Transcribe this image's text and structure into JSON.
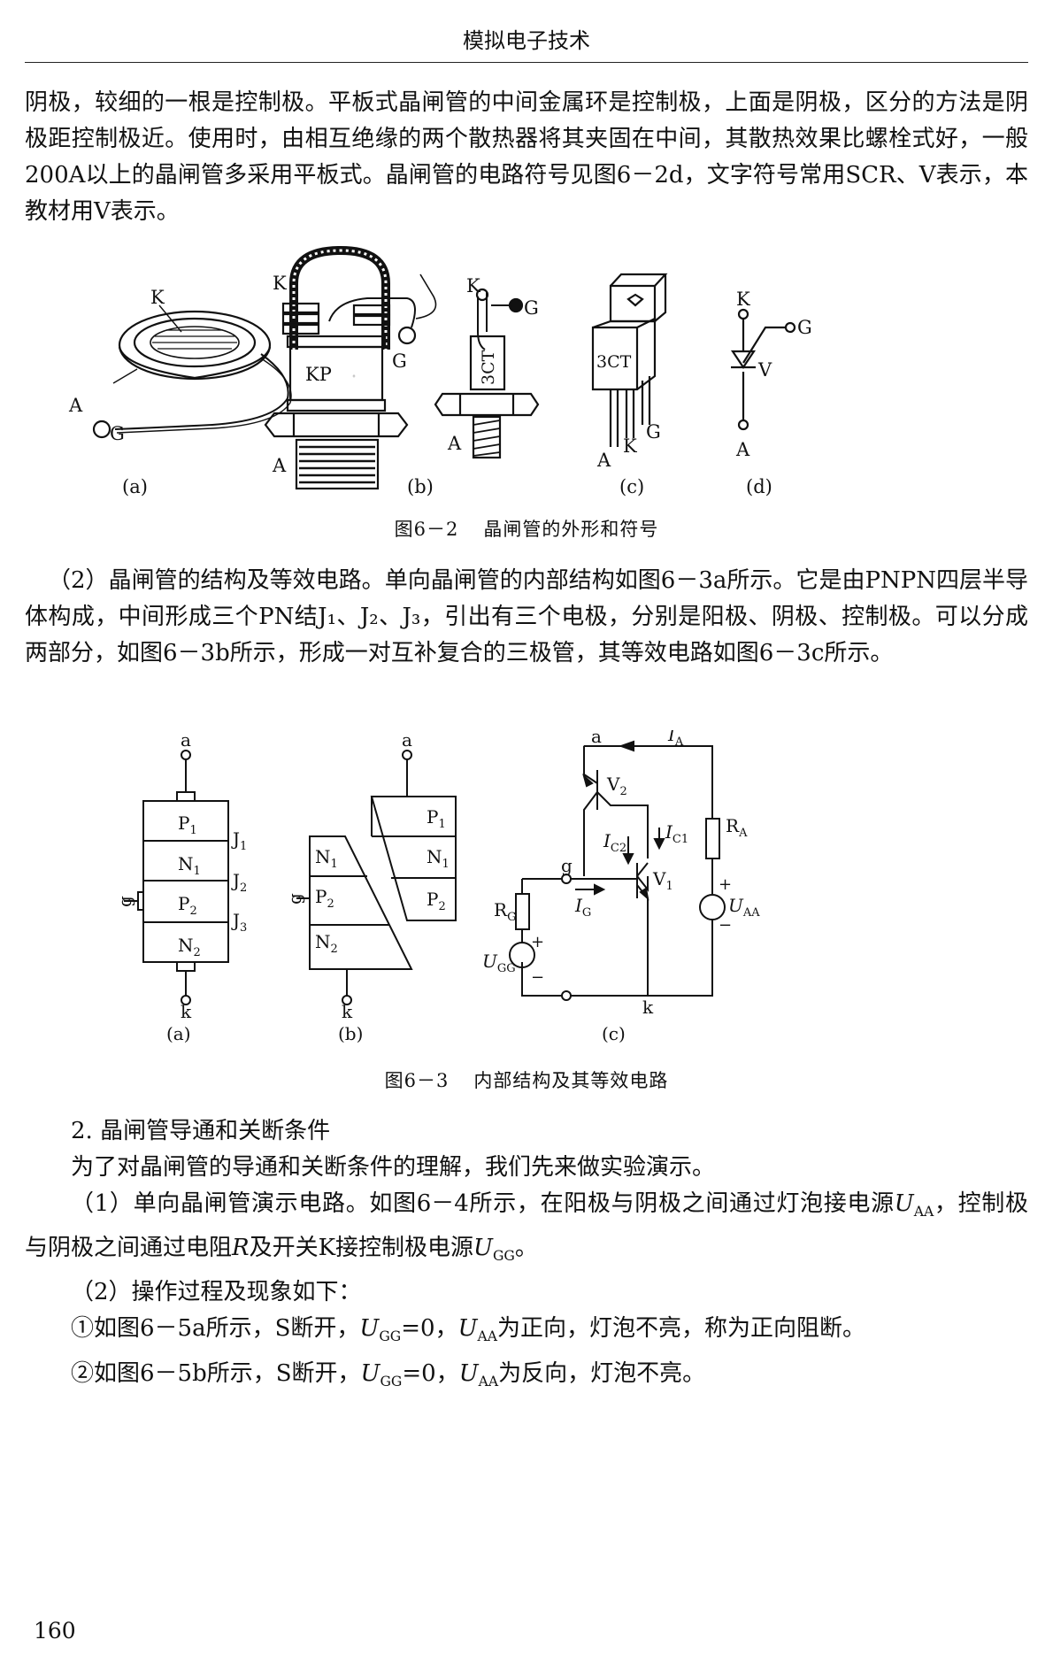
{
  "header": {
    "title": "模拟电子技术"
  },
  "intro_text": "阴极，较细的一根是控制极。平板式晶闸管的中间金属环是控制极，上面是阴极，区分的方法是阴极距控制极近。使用时，由相互绝缘的两个散热器将其夹固在中间，其散热效果比螺栓式好，一般200A以上的晶闸管多采用平板式。晶闸管的电路符号见图6－2d，文字符号常用SCR、V表示，本教材用V表示。",
  "figure_6_2": {
    "caption_num": "图6－2",
    "caption_text": "晶闸管的外形和符号",
    "labels": {
      "a_K": "K",
      "a_A": "A",
      "a_G": "G",
      "a_sub": "(a)",
      "b_K": "K",
      "b_KP": "KP",
      "b_G": "G",
      "b_A": "A",
      "b_sub": "(b)",
      "c1_K": "K",
      "c1_G": "G",
      "c1_A": "A",
      "c1_body": "3CT",
      "c2_body": "3CT",
      "c2_A": "A",
      "c2_K": "K",
      "c2_G": "G",
      "c_sub": "(c)",
      "d_K": "K",
      "d_G": "G",
      "d_V": "V",
      "d_A": "A",
      "d_sub": "(d)"
    }
  },
  "structure_text": "（2）晶闸管的结构及等效电路。单向晶闸管的内部结构如图6－3a所示。它是由PNPN四层半导体构成，中间形成三个PN结J₁、J₂、J₃，引出有三个电极，分别是阳极、阴极、控制极。可以分成两部分，如图6－3b所示，形成一对互补复合的三极管，其等效电路如图6－3c所示。",
  "figure_6_3": {
    "caption_num": "图6－3",
    "caption_text": "内部结构及其等效电路",
    "labels": {
      "a_a": "a",
      "a_k": "k",
      "a_g": "g",
      "P1": "P",
      "N1": "N",
      "P2": "P",
      "N2": "N",
      "s1": "1",
      "s2": "2",
      "J": "J",
      "j1": "1",
      "j2": "2",
      "j3": "3",
      "a_sub": "(a)",
      "b_a": "a",
      "b_k": "k",
      "b_g": "g",
      "b_sub": "(b)",
      "c_a": "a",
      "c_k": "k",
      "c_g": "g",
      "IA": "I",
      "IA_sub": "A",
      "V2": "V",
      "V2_sub": "2",
      "V1": "V",
      "V1_sub": "1",
      "IC2": "I",
      "IC2_sub": "C2",
      "IC1": "I",
      "IC1_sub": "C1",
      "IG": "I",
      "IG_sub": "G",
      "RA": "R",
      "RA_sub": "A",
      "RG": "R",
      "RG_sub": "G",
      "UAA": "U",
      "UAA_sub": "AA",
      "UGG": "U",
      "UGG_sub": "GG",
      "plus": "+",
      "minus": "−",
      "c_sub": "(c)"
    }
  },
  "section2": {
    "heading": "2. 晶闸管导通和关断条件",
    "line1": "为了对晶闸管的导通和关断条件的理解，我们先来做实验演示。",
    "line2a": "（1）单向晶闸管演示电路。如图6－4所示，在阳极与阴极之间通过灯泡接电源",
    "u": "U",
    "aa": "AA",
    "gg": "GG",
    "line2b": "控制极与阴极之间通过电阻",
    "R": "R",
    "line2c": "及开关K接控制极电源",
    "line3": "（2）操作过程及现象如下：",
    "item1a": "①如图6－5a所示，S断开，",
    "item1b": "=0，",
    "item1c": "为正向，灯泡不亮，称为正向阻断。",
    "item2a": "②如图6－5b所示，S断开，",
    "item2b": "=0，",
    "item2c": "为反向，灯泡不亮。",
    "comma": "，",
    "period": "。"
  },
  "page_number": "160"
}
